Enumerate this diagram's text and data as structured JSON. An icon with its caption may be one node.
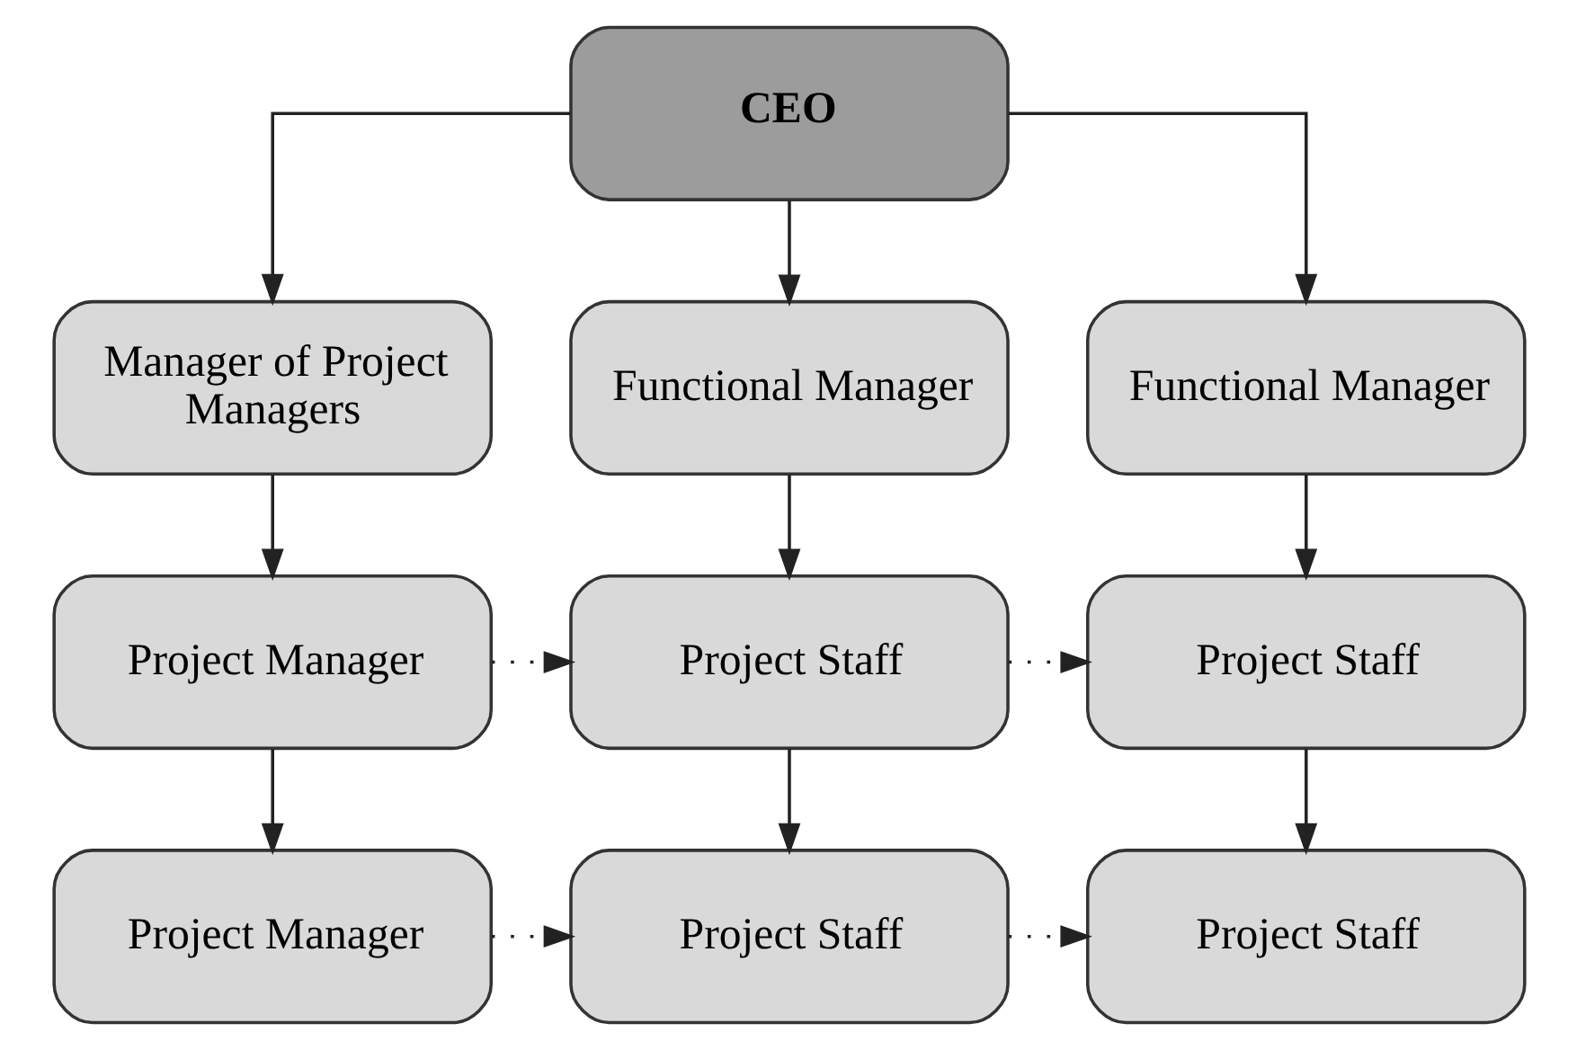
{
  "diagram": {
    "nodes": [
      {
        "text": [
          "CEO"
        ]
      },
      {
        "text": [
          "Manager of Project Managers"
        ]
      },
      {
        "text": [
          "Functional Manager"
        ]
      },
      {
        "text": [
          "Functional Manager"
        ]
      },
      {
        "text": [
          "Project Manager"
        ]
      },
      {
        "text": [
          "Project Staff"
        ]
      },
      {
        "text": [
          "Project Staff"
        ]
      },
      {
        "text": [
          "Project Manager"
        ]
      },
      {
        "text": [
          "Project Staff"
        ]
      },
      {
        "text": [
          "Project Staff"
        ]
      }
    ],
    "edges": [
      {
        "from": 0,
        "to": 1,
        "arrow": "to"
      },
      {
        "from": 0,
        "to": 2,
        "arrow": "to"
      },
      {
        "from": 0,
        "to": 3,
        "arrow": "to"
      },
      {
        "from": 1,
        "to": 4,
        "arrow": "to"
      },
      {
        "from": 2,
        "to": 5,
        "arrow": "to"
      },
      {
        "from": 3,
        "to": 6,
        "arrow": "to"
      },
      {
        "from": 4,
        "to": 5,
        "arrow": "to",
        "style": "dashed"
      },
      {
        "from": 5,
        "to": 6,
        "arrow": "to",
        "style": "dashed"
      },
      {
        "from": 4,
        "to": 7,
        "arrow": "to"
      },
      {
        "from": 5,
        "to": 8,
        "arrow": "to"
      },
      {
        "from": 6,
        "to": 9,
        "arrow": "to"
      },
      {
        "from": 7,
        "to": 8,
        "arrow": "to",
        "style": "dashed"
      },
      {
        "from": 8,
        "to": 9,
        "arrow": "to",
        "style": "dashed"
      }
    ]
  }
}
